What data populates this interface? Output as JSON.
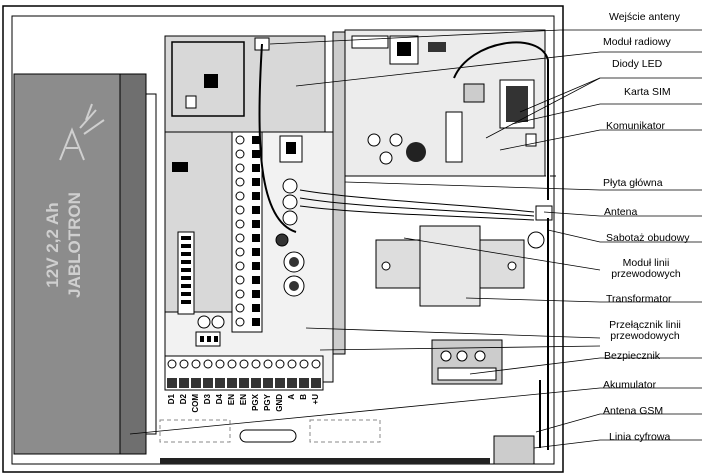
{
  "labels": {
    "wejscie_anteny": "Wejście anteny",
    "modul_radiowy": "Moduł radiowy",
    "diody_led": "Diody LED",
    "karta_sim": "Karta SIM",
    "komunikator": "Komunikator",
    "plyta_glowna": "Płyta główna",
    "antena": "Antena",
    "sabotaz_obudowy": "Sabotaż obudowy",
    "modul_linii_1": "Moduł linii",
    "modul_linii_2": "przewodowych",
    "transformator": "Transformator",
    "przelacznik_1": "Przełącznik linii",
    "przelacznik_2": "przewodowych",
    "bezpiecznik": "Bezpiecznik",
    "akumulator": "Akumulator",
    "antena_gsm": "Antena GSM",
    "linia_cyfrowa": "Linia cyfrowa"
  },
  "battery": {
    "brand": "JABLOTRON",
    "spec": "12V   2,2 Ah"
  },
  "terminals": [
    "D1",
    "D2",
    "COM",
    "D3",
    "D4",
    "EN",
    "EN",
    "PGX",
    "PGY",
    "GND",
    "A",
    "B",
    "+U"
  ]
}
